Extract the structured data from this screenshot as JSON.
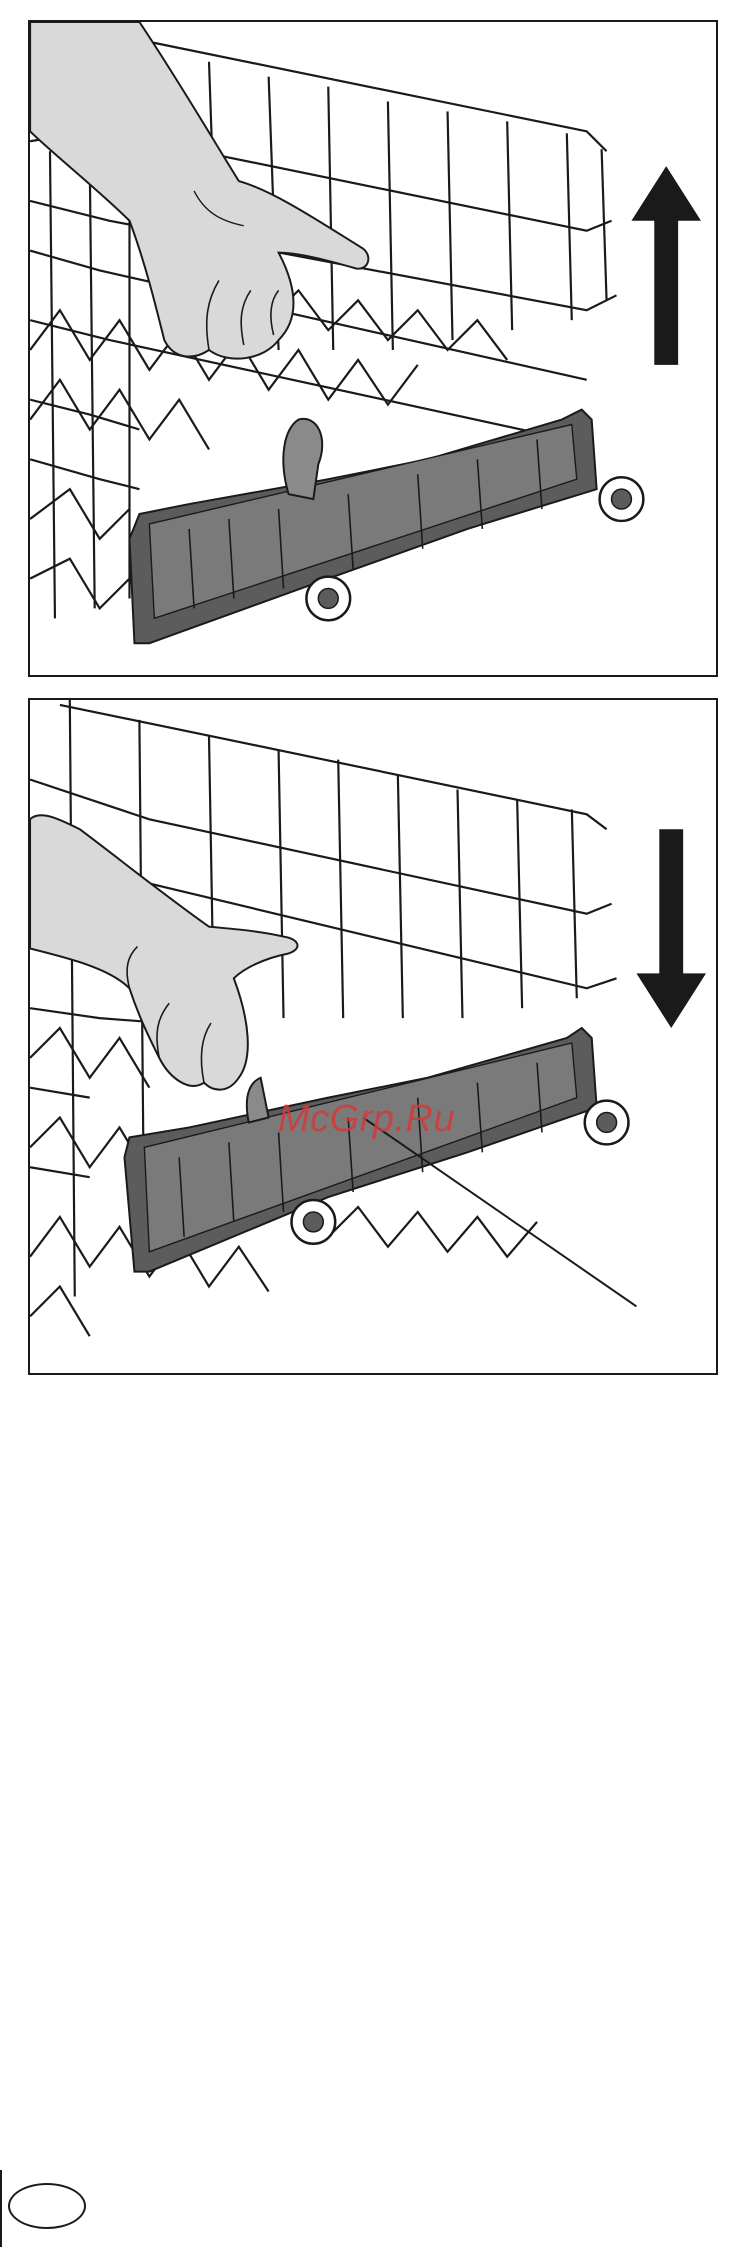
{
  "figures": [
    {
      "id": "raise-rack",
      "arrow": "up"
    },
    {
      "id": "lower-rack",
      "arrow": "down"
    }
  ],
  "watermark": {
    "text": "McGrp.Ru"
  },
  "colors": {
    "line": "#1a1a1a",
    "hand_fill": "#d9d9d9",
    "rail_fill": "#5c5c5c",
    "watermark": "#d43a3a"
  },
  "icons": [
    "arrow-up-icon",
    "arrow-down-icon"
  ]
}
